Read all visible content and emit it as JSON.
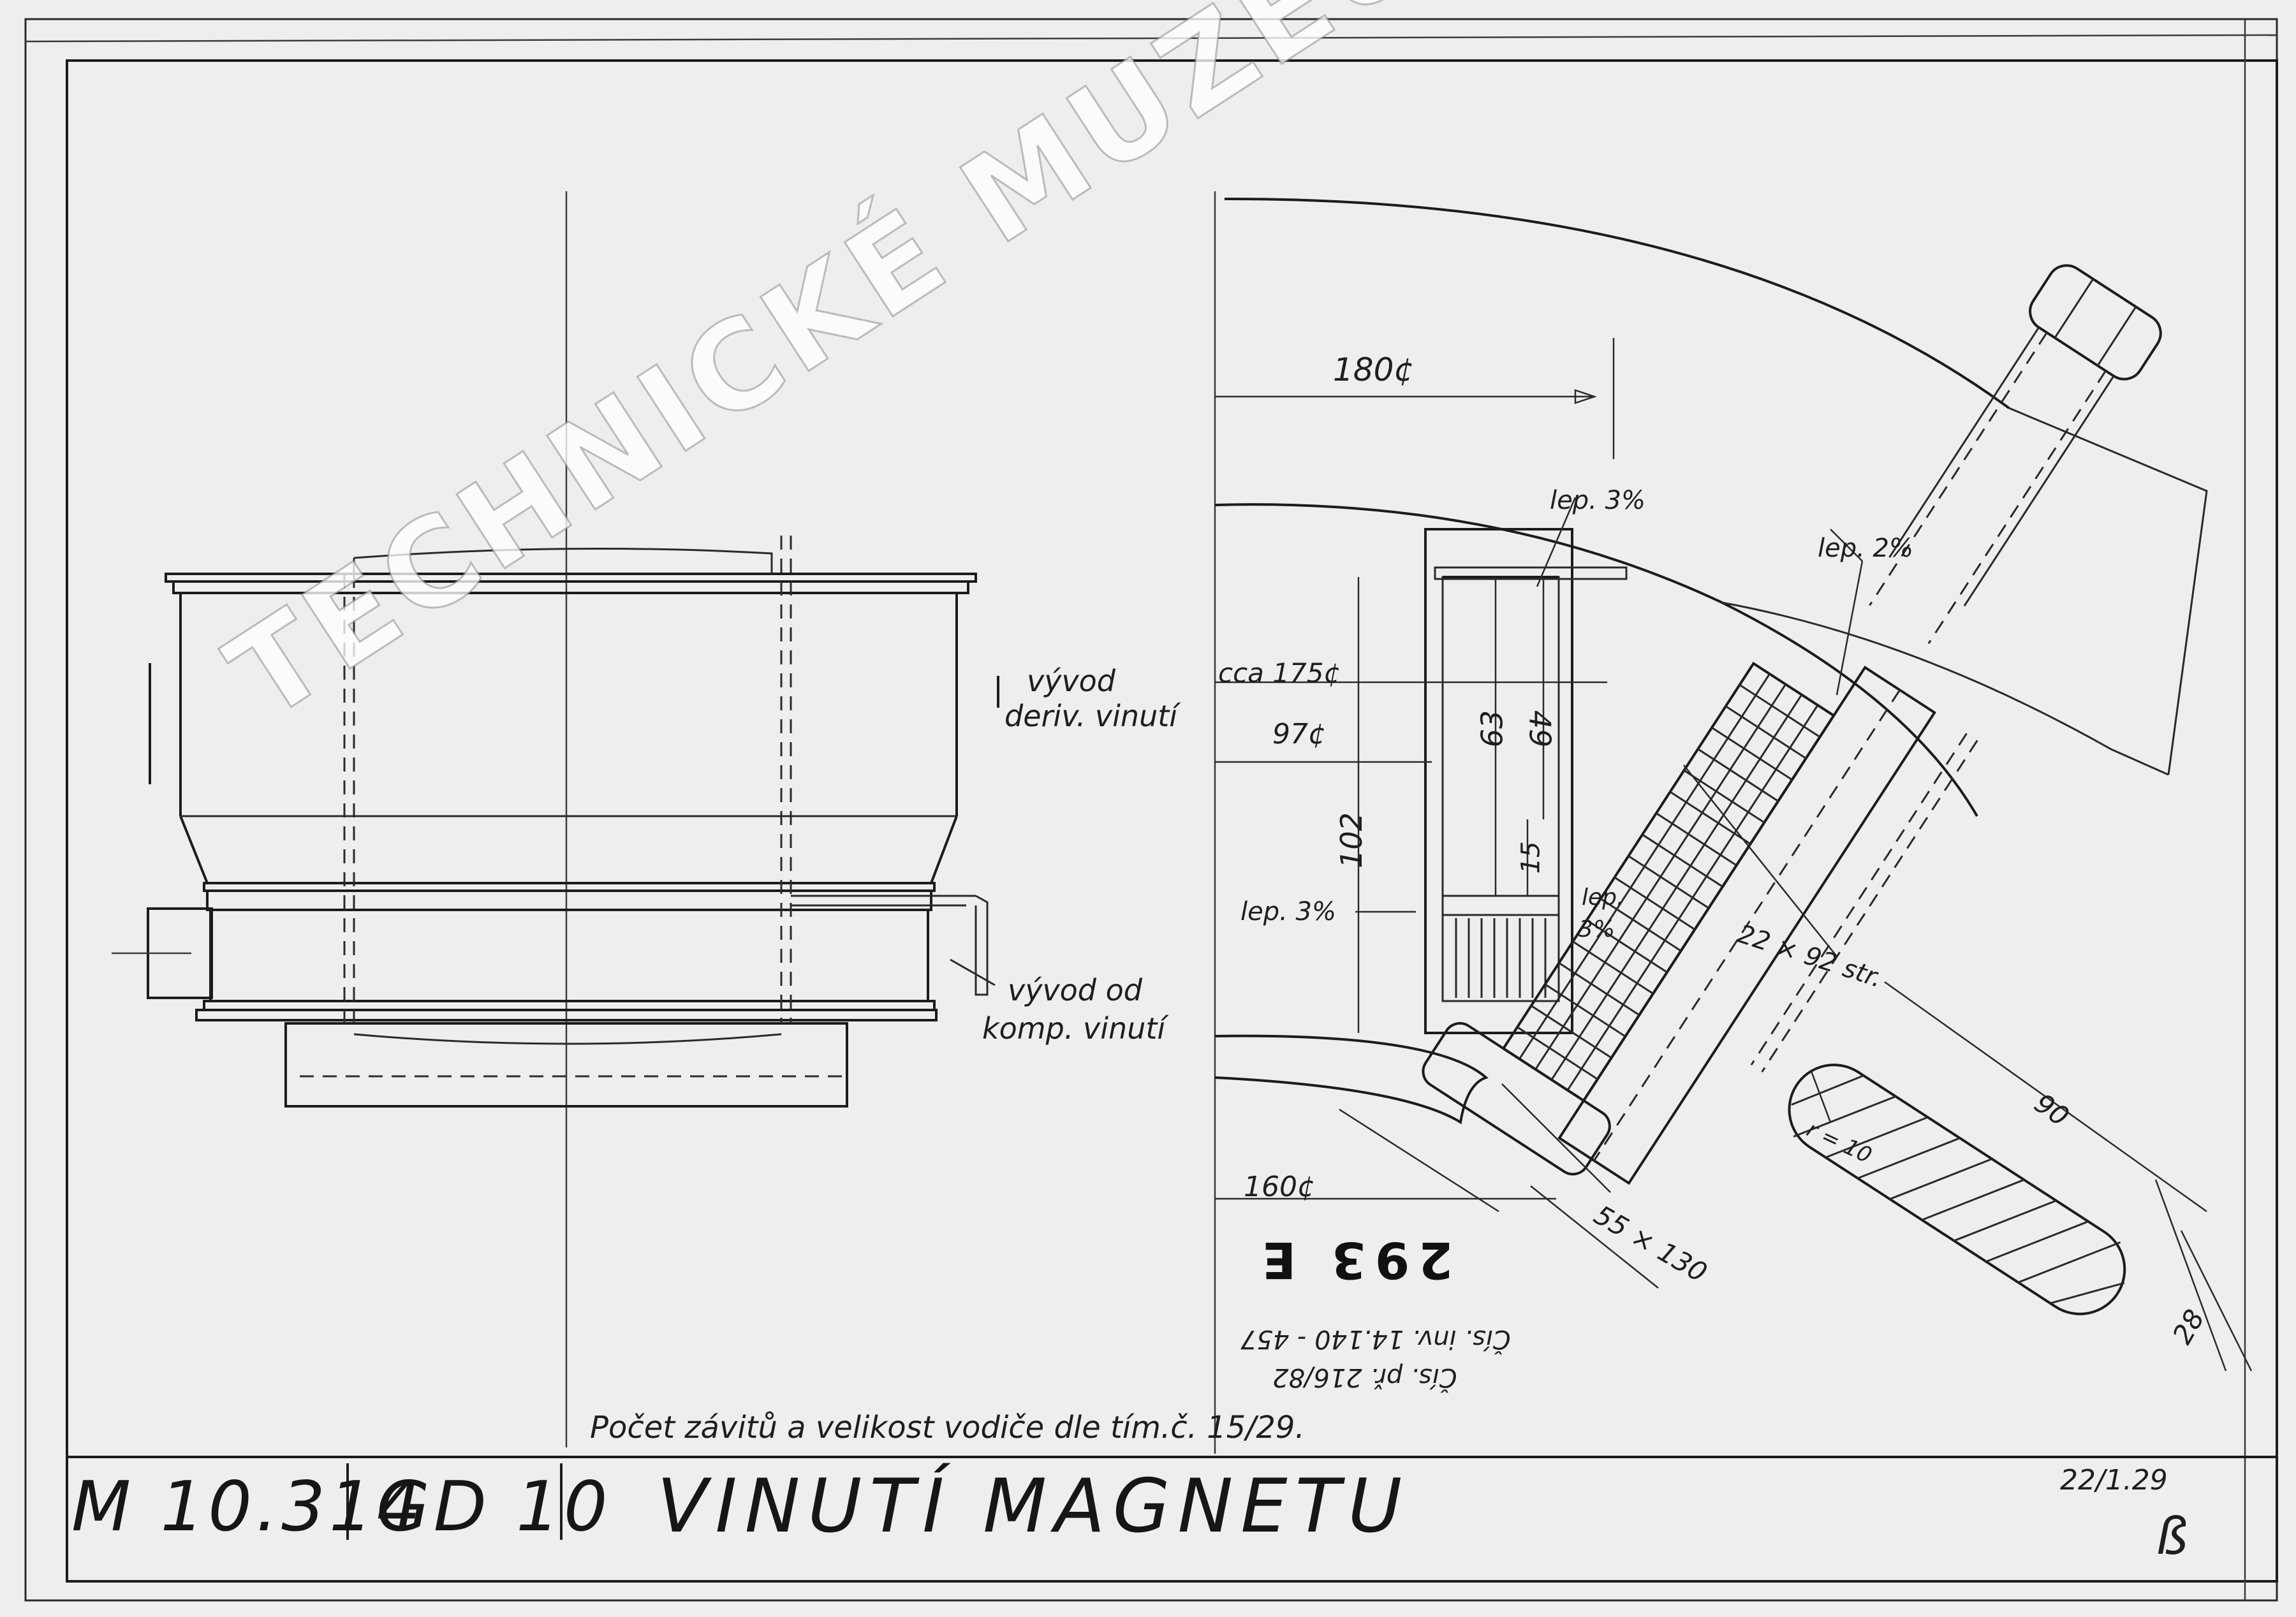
{
  "watermark": "TECHNICKÉ MUZEUM V BRNĚ",
  "title_block": {
    "drawing_number": "M 10.314",
    "type": "GD 10",
    "title": "VINUTÍ MAGNETU"
  },
  "stamp": "293 E",
  "notes": {
    "winding_note": "Počet závitů a velikost vodiče dle tím.č. 15/29.",
    "inventory_1": "Čís. inv. 14.140 - 457",
    "inventory_2": "Čís. př. 216/82",
    "signature_date": "22/1.29"
  },
  "labels": {
    "lead_shunt": [
      "vývod",
      "deriv. vinutí"
    ],
    "lead_comp": [
      "vývod od",
      "komp. vinutí"
    ],
    "lep_top": "lep. 3%",
    "lep_side": "lep. 2%",
    "lep_left": "lep. 3%",
    "lep_bottom": [
      "lep.",
      "3%"
    ]
  },
  "dimensions": {
    "d180": "180¢",
    "d175": "cca 175¢",
    "d97": "97¢",
    "d160": "160¢",
    "h63": "63",
    "h49": "49",
    "h102": "102",
    "h15": "15",
    "conductor": "22 × 92 str.",
    "plate": "55 × 130",
    "rod_90": "90",
    "rod_28": "28",
    "rod_r10": "r = 10"
  }
}
